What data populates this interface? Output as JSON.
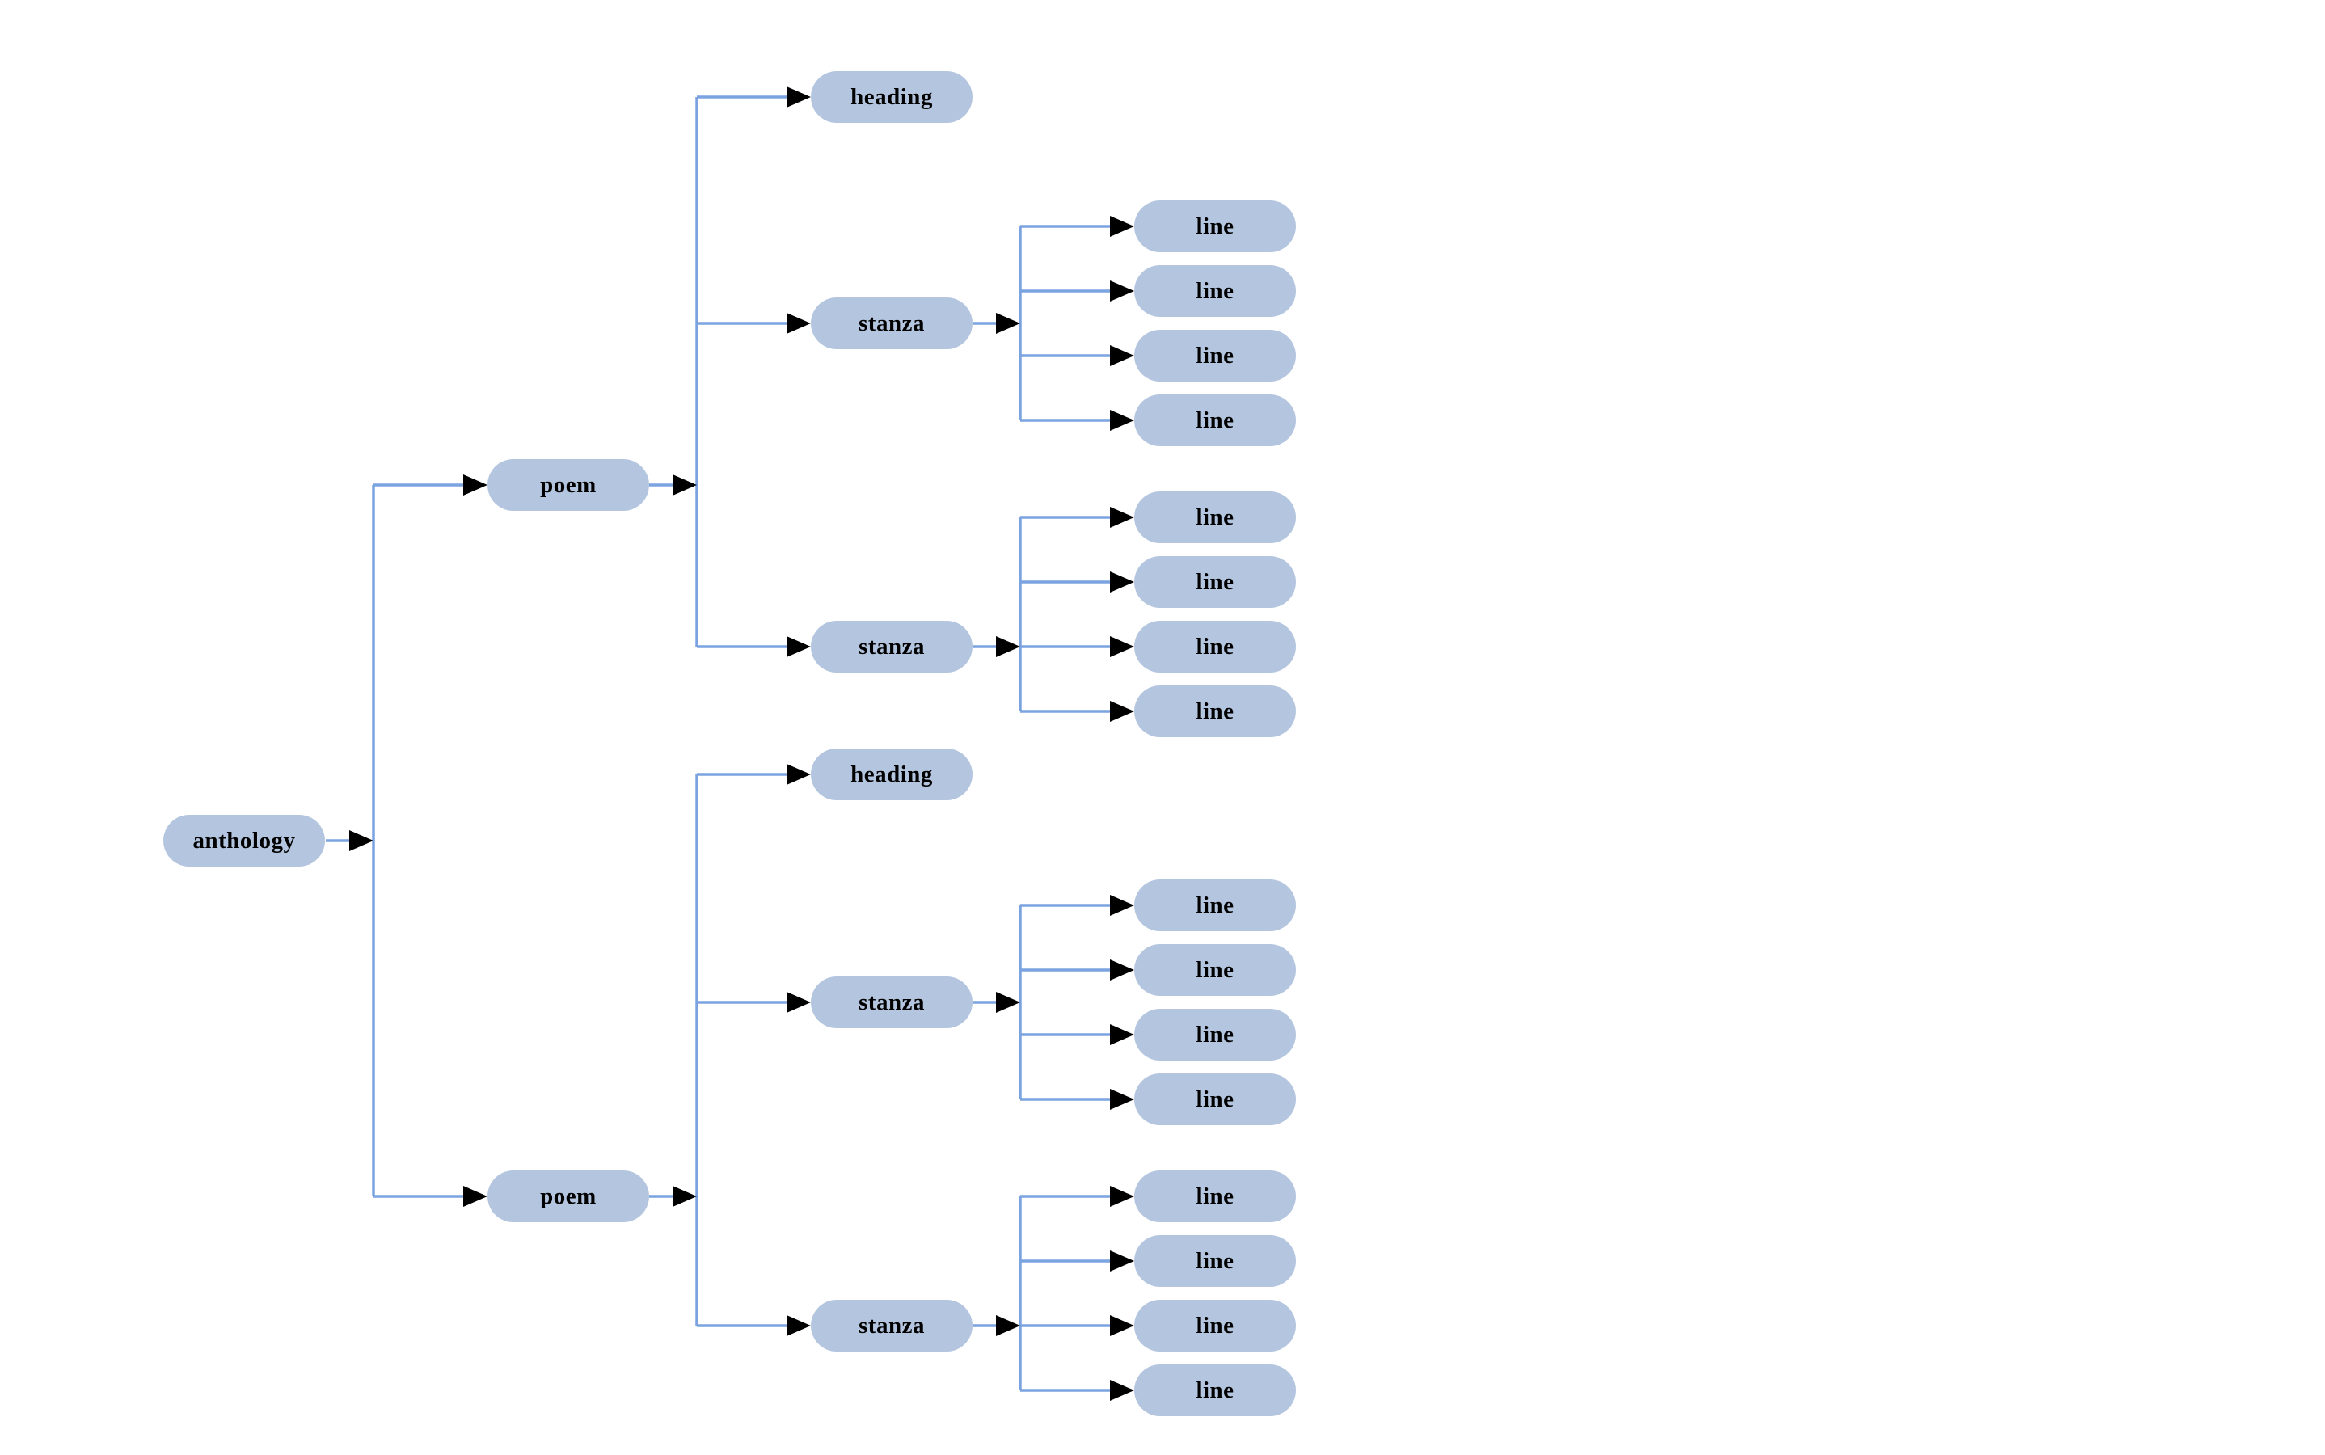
{
  "diagram": {
    "colors": {
      "background": "#FFFFFF",
      "node_fill": "#B4C6DF",
      "edge": "#7BA3DF",
      "arrow": "#000000",
      "text": "#000000"
    },
    "root": {
      "label": "anthology",
      "children": [
        {
          "label": "poem",
          "children": [
            {
              "label": "heading",
              "children": []
            },
            {
              "label": "stanza",
              "children": [
                {
                  "label": "line"
                },
                {
                  "label": "line"
                },
                {
                  "label": "line"
                },
                {
                  "label": "line"
                }
              ]
            },
            {
              "label": "stanza",
              "children": [
                {
                  "label": "line"
                },
                {
                  "label": "line"
                },
                {
                  "label": "line"
                },
                {
                  "label": "line"
                }
              ]
            }
          ]
        },
        {
          "label": "poem",
          "children": [
            {
              "label": "heading",
              "children": []
            },
            {
              "label": "stanza",
              "children": [
                {
                  "label": "line"
                },
                {
                  "label": "line"
                },
                {
                  "label": "line"
                },
                {
                  "label": "line"
                }
              ]
            },
            {
              "label": "stanza",
              "children": [
                {
                  "label": "line"
                },
                {
                  "label": "line"
                },
                {
                  "label": "line"
                },
                {
                  "label": "line"
                }
              ]
            }
          ]
        }
      ]
    }
  }
}
